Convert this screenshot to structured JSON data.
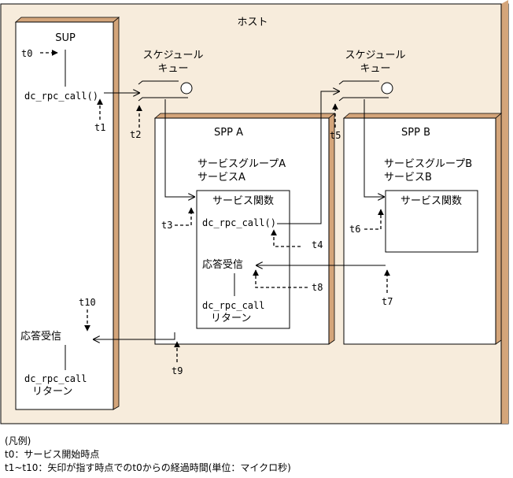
{
  "host": {
    "title": "ホスト"
  },
  "sup": {
    "title": "SUP",
    "call": "dc_rpc_call()",
    "response": "応答受信",
    "return_line1": "dc_rpc_call",
    "return_line2": "リターン"
  },
  "queue1": {
    "line1": "スケジュール",
    "line2": "キュー"
  },
  "queue2": {
    "line1": "スケジュール",
    "line2": "キュー"
  },
  "spp_a": {
    "title": "SPP A",
    "group": "サービスグループA",
    "service": "サービスA",
    "func_title": "サービス関数",
    "call": "dc_rpc_call()",
    "response": "応答受信",
    "return_line1": "dc_rpc_call",
    "return_line2": "リターン"
  },
  "spp_b": {
    "title": "SPP B",
    "group": "サービスグループB",
    "service": "サービスB",
    "func_title": "サービス関数"
  },
  "times": {
    "t0": "t0",
    "t1": "t1",
    "t2": "t2",
    "t3": "t3",
    "t4": "t4",
    "t5": "t5",
    "t6": "t6",
    "t7": "t7",
    "t8": "t8",
    "t9": "t9",
    "t10": "t10"
  },
  "legend": {
    "heading": "(凡例)",
    "line1": "t0：サービス開始時点",
    "line2": "t1~t10：矢印が指す時点でのt0からの経過時間(単位：マイクロ秒)"
  },
  "colors": {
    "frame_fill": "#f7ecdc",
    "shadow": "#d4a57a",
    "line": "#000000"
  }
}
